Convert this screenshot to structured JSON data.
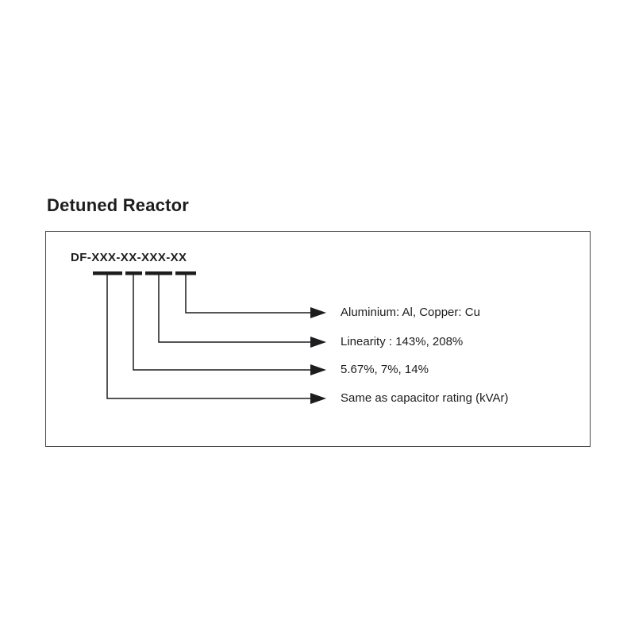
{
  "page": {
    "title": "Detuned Reactor"
  },
  "diagram": {
    "part_number": "DF-XXX-XX-XXX-XX",
    "rows": [
      {
        "label": "Aluminium: Al, Copper: Cu"
      },
      {
        "label": "Linearity : 143%, 208%"
      },
      {
        "label": "5.67%, 7%, 14%"
      },
      {
        "label": "Same as capacitor rating (kVAr)"
      }
    ]
  },
  "colors": {
    "background": "#ffffff",
    "text": "#1d1d20",
    "line": "#1d1d20",
    "box_border": "#4a4a4a"
  }
}
